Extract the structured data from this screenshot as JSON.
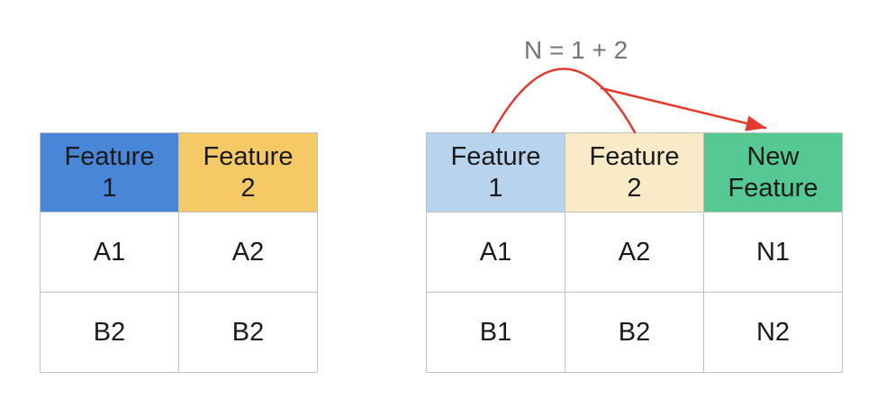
{
  "colors": {
    "page_bg": "#FFFFFF",
    "table_border": "#C0C0C0",
    "cell_text": "#1A1A1A",
    "blue_header": "#4A86D8",
    "yellow_header": "#F5C966",
    "light_blue_header": "#B8D3EE",
    "cream_header": "#FAEBC8",
    "green_header": "#55C894",
    "arrow_red": "#E23B2E",
    "formula_gray": "#757575"
  },
  "annotation": {
    "formula": "N = 1 + 2"
  },
  "left_table": {
    "headers": [
      {
        "label": "Feature\n1",
        "bg": "#4A86D8"
      },
      {
        "label": "Feature\n2",
        "bg": "#F5C966"
      }
    ],
    "rows": [
      [
        "A1",
        "A2"
      ],
      [
        "B2",
        "B2"
      ]
    ]
  },
  "right_table": {
    "headers": [
      {
        "label": "Feature\n1",
        "bg": "#B8D3EE"
      },
      {
        "label": "Feature\n2",
        "bg": "#FAEBC8"
      },
      {
        "label": "New\nFeature",
        "bg": "#55C894"
      }
    ],
    "rows": [
      [
        "A1",
        "A2",
        "N1"
      ],
      [
        "B1",
        "B2",
        "N2"
      ]
    ]
  }
}
